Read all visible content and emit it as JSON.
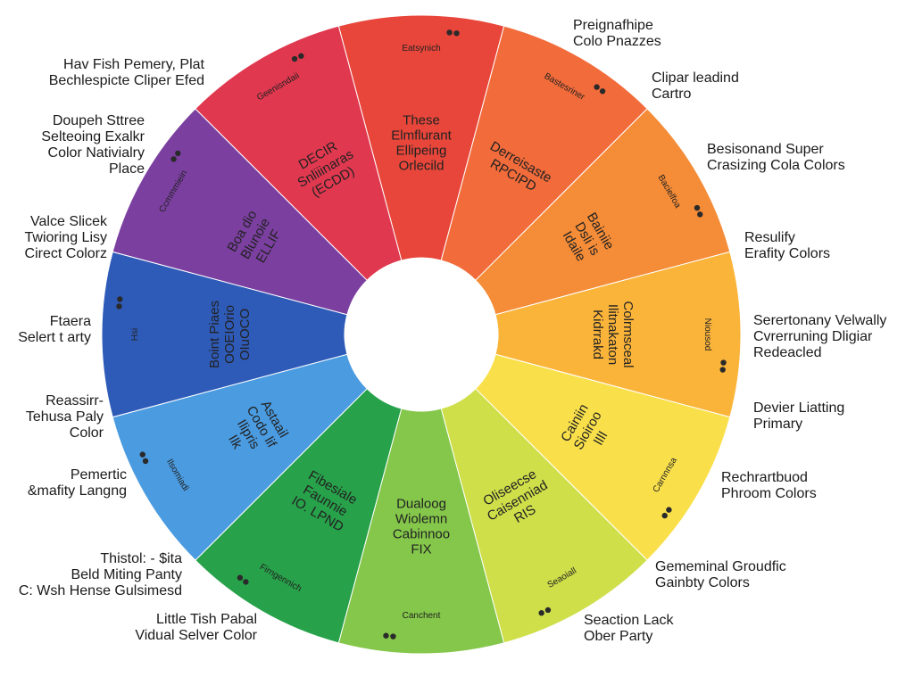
{
  "wheel": {
    "segments": [
      {
        "color": "#e8463a",
        "label": [
          "These",
          "Elmflurant",
          "Ellipeing",
          "Orlecild"
        ],
        "rim": "Eatsynich"
      },
      {
        "color": "#f26b3a",
        "label": [
          "Derreisaste",
          "RPCIPD"
        ],
        "rim": "Bastesriner"
      },
      {
        "color": "#f58c37",
        "label": [
          "Bainiie",
          "Dsli is",
          "Idaile"
        ],
        "rim": "Bacielfoa"
      },
      {
        "color": "#fbb43a",
        "label": [
          "Colrmsceal",
          "Ilitnakaton",
          "Kidrrakd"
        ],
        "rim": "Niousod"
      },
      {
        "color": "#f9e04b",
        "label": [
          "Cainiin",
          "Sioiroo",
          "lIlI"
        ],
        "rim": "Carnnnsa"
      },
      {
        "color": "#cfdf4a",
        "label": [
          "Oliseecse",
          "Caisenniad",
          "RIS"
        ],
        "rim": "Seaoiall"
      },
      {
        "color": "#84c74a",
        "label": [
          "Dualoog",
          "Wiolemn",
          "Cabinnoo",
          "FIX"
        ],
        "rim": "Canchent"
      },
      {
        "color": "#27a14a",
        "label": [
          "Fibesiale",
          "Faunnie",
          "IO. LPND"
        ],
        "rim": "Firngennich"
      },
      {
        "color": "#4a9be0",
        "label": [
          "Astaail",
          "Codo lif",
          "Ilipris",
          "Ilk"
        ],
        "rim": "Ilsomiadi"
      },
      {
        "color": "#2f5bb8",
        "label": [
          "Boint Piaes",
          "OOEIOrio",
          "OIuOCO"
        ],
        "rim": "Hsi"
      },
      {
        "color": "#7b3fa0",
        "label": [
          "Boa dio",
          "Blunoie",
          "ELLIF"
        ],
        "rim": "Ccmmmiein"
      },
      {
        "color": "#e0384f",
        "label": [
          "DECIR",
          "Snliiinaras",
          "(ECDD)"
        ],
        "rim": "Geenisndaii"
      }
    ],
    "callouts_left": [
      "Hav Fish Pemery, Plat\nBechlespicte Cliper Efed",
      "Doupeh Sttree\nSelteoing Exalkr\nColor Nativialry\nPlace",
      "Valce Slicek\nTwioring Lisy\nCirect Colorz",
      "Ftaera\nSelert t arty",
      "Reassirr-\nTehusa Paly\nColor",
      "Pemertic\n&mafity Langng",
      "Thistol: - $ita\nBeld Miting Panty\nC: Wsh Hense Gulsimesd",
      "Little Tish Pabal\nVidual Selver Color"
    ],
    "callouts_right": [
      "Preignafhipe\nColo Pnazzes",
      "Clipar leadind\nCartro",
      "Besisonand Super\nCrasizing Cola Colors",
      "Resulify\nErafity Colors",
      "Serertonany Velwally\nCvrerruning Dligiar\nRedeacled",
      "Devier Liatting\nPrimary",
      "Rechrartbuod\nPhroom Colors",
      "Gememinal Groudfic\nGainbty Colors",
      "Seaction Lack\nOber Party"
    ]
  }
}
